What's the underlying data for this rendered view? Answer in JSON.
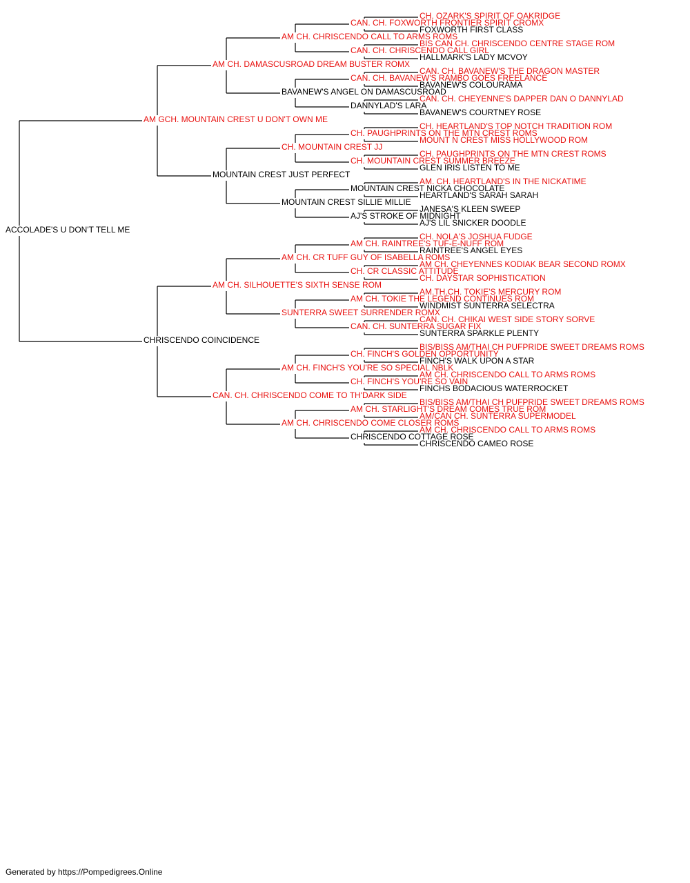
{
  "colors": {
    "titled": "#e8110f",
    "untitled": "#000000",
    "connector": "#000000"
  },
  "pedigree": [
    {
      "name": "ACCOLADE'S U DON'T TELL ME",
      "titled": false
    },
    {
      "name": "AM GCH. MOUNTAIN CREST U DON'T OWN ME",
      "titled": true
    },
    {
      "name": "CHRISCENDO COINCIDENCE",
      "titled": false
    },
    {
      "name": "AM CH. DAMASCUSROAD DREAM BUSTER ROMX",
      "titled": true
    },
    {
      "name": "MOUNTAIN CREST JUST PERFECT",
      "titled": false
    },
    {
      "name": "AM CH. SILHOUETTE'S SIXTH SENSE ROM",
      "titled": true
    },
    {
      "name": "CAN. CH. CHRISCENDO COME TO TH'DARK SIDE",
      "titled": true
    },
    {
      "name": "AM CH. CHRISCENDO CALL TO ARMS ROMS",
      "titled": true
    },
    {
      "name": "BAVANEW'S ANGEL ON DAMASCUSROAD",
      "titled": false
    },
    {
      "name": "CH. MOUNTAIN CREST JJ",
      "titled": true
    },
    {
      "name": "MOUNTAIN CREST SILLIE MILLIE",
      "titled": false
    },
    {
      "name": "AM CH. CR TUFF GUY OF ISABELLA ROMS",
      "titled": true
    },
    {
      "name": "SUNTERRA SWEET SURRENDER ROMX",
      "titled": true
    },
    {
      "name": "AM CH. FINCH'S YOU'RE SO SPECIAL NBLK",
      "titled": true
    },
    {
      "name": "AM CH. CHRISCENDO COME CLOSER ROMS",
      "titled": true
    },
    {
      "name": "CAN. CH. FOXWORTH FRONTIER SPIRIT CROMX",
      "titled": true
    },
    {
      "name": "CAN. CH. CHRISCENDO CALL GIRL",
      "titled": true
    },
    {
      "name": "CAN. CH. BAVANEW'S RAMBO GOES FREELANCE",
      "titled": true
    },
    {
      "name": "DANNYLAD'S LARA",
      "titled": false
    },
    {
      "name": "CH. PAUGHPRINTS ON THE MTN CREST ROMS",
      "titled": true
    },
    {
      "name": "CH. MOUNTAIN CREST SUMMER BREEZE",
      "titled": true
    },
    {
      "name": "MOUNTAIN CREST NICKA CHOCOLATE",
      "titled": false
    },
    {
      "name": "AJ'S STROKE OF MIDNIGHT",
      "titled": false
    },
    {
      "name": "AM CH. RAINTREE'S TUF-E-NUFF ROM",
      "titled": true
    },
    {
      "name": "CH. CR CLASSIC ATTITUDE",
      "titled": true
    },
    {
      "name": "AM CH. TOKIE THE LEGEND CONTINUES ROM",
      "titled": true
    },
    {
      "name": "CAN. CH. SUNTERRA SUGAR FIX",
      "titled": true
    },
    {
      "name": "CH. FINCH'S GOLDEN OPPORTUNITY",
      "titled": true
    },
    {
      "name": "CH. FINCH'S YOU'RE SO VAIN",
      "titled": true
    },
    {
      "name": "AM CH. STARLIGHT'S DREAM COMES TRUE ROM",
      "titled": true
    },
    {
      "name": "CHRISCENDO COTTAGE ROSE",
      "titled": false
    },
    {
      "name": "CH. OZARK'S SPIRIT OF OAKRIDGE",
      "titled": true
    },
    {
      "name": "FOXWORTH FIRST CLASS",
      "titled": false
    },
    {
      "name": "BIS CAN CH. CHRISCENDO CENTRE STAGE ROM",
      "titled": true
    },
    {
      "name": "HALLMARK'S LADY MCVOY",
      "titled": false
    },
    {
      "name": "CAN. CH. BAVANEW'S THE DRAGON MASTER",
      "titled": true
    },
    {
      "name": "BAVANEW'S COLOURAMA",
      "titled": false
    },
    {
      "name": "CAN. CH. CHEYENNE'S DAPPER DAN O DANNYLAD",
      "titled": true
    },
    {
      "name": "BAVANEW'S COURTNEY ROSE",
      "titled": false
    },
    {
      "name": "CH. HEARTLAND'S TOP NOTCH TRADITION ROM",
      "titled": true
    },
    {
      "name": "MOUNT N CREST MISS HOLLYWOOD ROM",
      "titled": true
    },
    {
      "name": "CH. PAUGHPRINTS ON THE MTN CREST ROMS",
      "titled": true
    },
    {
      "name": "GLEN IRIS LISTEN TO ME",
      "titled": false
    },
    {
      "name": "AM. CH. HEARTLAND'S IN THE NICKATIME",
      "titled": true
    },
    {
      "name": "HEARTLAND'S SARAH SARAH",
      "titled": false
    },
    {
      "name": "JANESA'S KLEEN SWEEP",
      "titled": false
    },
    {
      "name": "AJ'S LIL SNICKER DOODLE",
      "titled": false
    },
    {
      "name": "CH. NOLA'S JOSHUA FUDGE",
      "titled": true
    },
    {
      "name": "RAINTREE'S ANGEL EYES",
      "titled": false
    },
    {
      "name": "AM CH. CHEYENNES KODIAK BEAR SECOND ROMX",
      "titled": true
    },
    {
      "name": "CH. DAYSTAR SOPHISTICATION",
      "titled": true
    },
    {
      "name": "AM.TH.CH. TOKIE'S MERCURY ROM",
      "titled": true
    },
    {
      "name": "WINDMIST SUNTERRA SELECTRA",
      "titled": false
    },
    {
      "name": "CAN. CH. CHIKAI WEST SIDE STORY SORVE",
      "titled": true
    },
    {
      "name": "SUNTERRA SPARKLE PLENTY",
      "titled": false
    },
    {
      "name": "BIS/BISS AM/THAI CH PUFPRIDE SWEET DREAMS ROMS",
      "titled": true
    },
    {
      "name": "FINCH'S WALK UPON A STAR",
      "titled": false
    },
    {
      "name": "AM CH. CHRISCENDO CALL TO ARMS ROMS",
      "titled": true
    },
    {
      "name": "FINCHS BODACIOUS WATERROCKET",
      "titled": false
    },
    {
      "name": "BIS/BISS AM/THAI CH PUFPRIDE SWEET DREAMS ROMS",
      "titled": true
    },
    {
      "name": "AM/CAN CH. SUNTERRA SUPERMODEL",
      "titled": true
    },
    {
      "name": "AM CH. CHRISCENDO CALL TO ARMS ROMS",
      "titled": true
    },
    {
      "name": "CHRISCENDO CAMEO ROSE",
      "titled": false
    }
  ],
  "footer": "Generated by https://Pompedigrees.Online"
}
